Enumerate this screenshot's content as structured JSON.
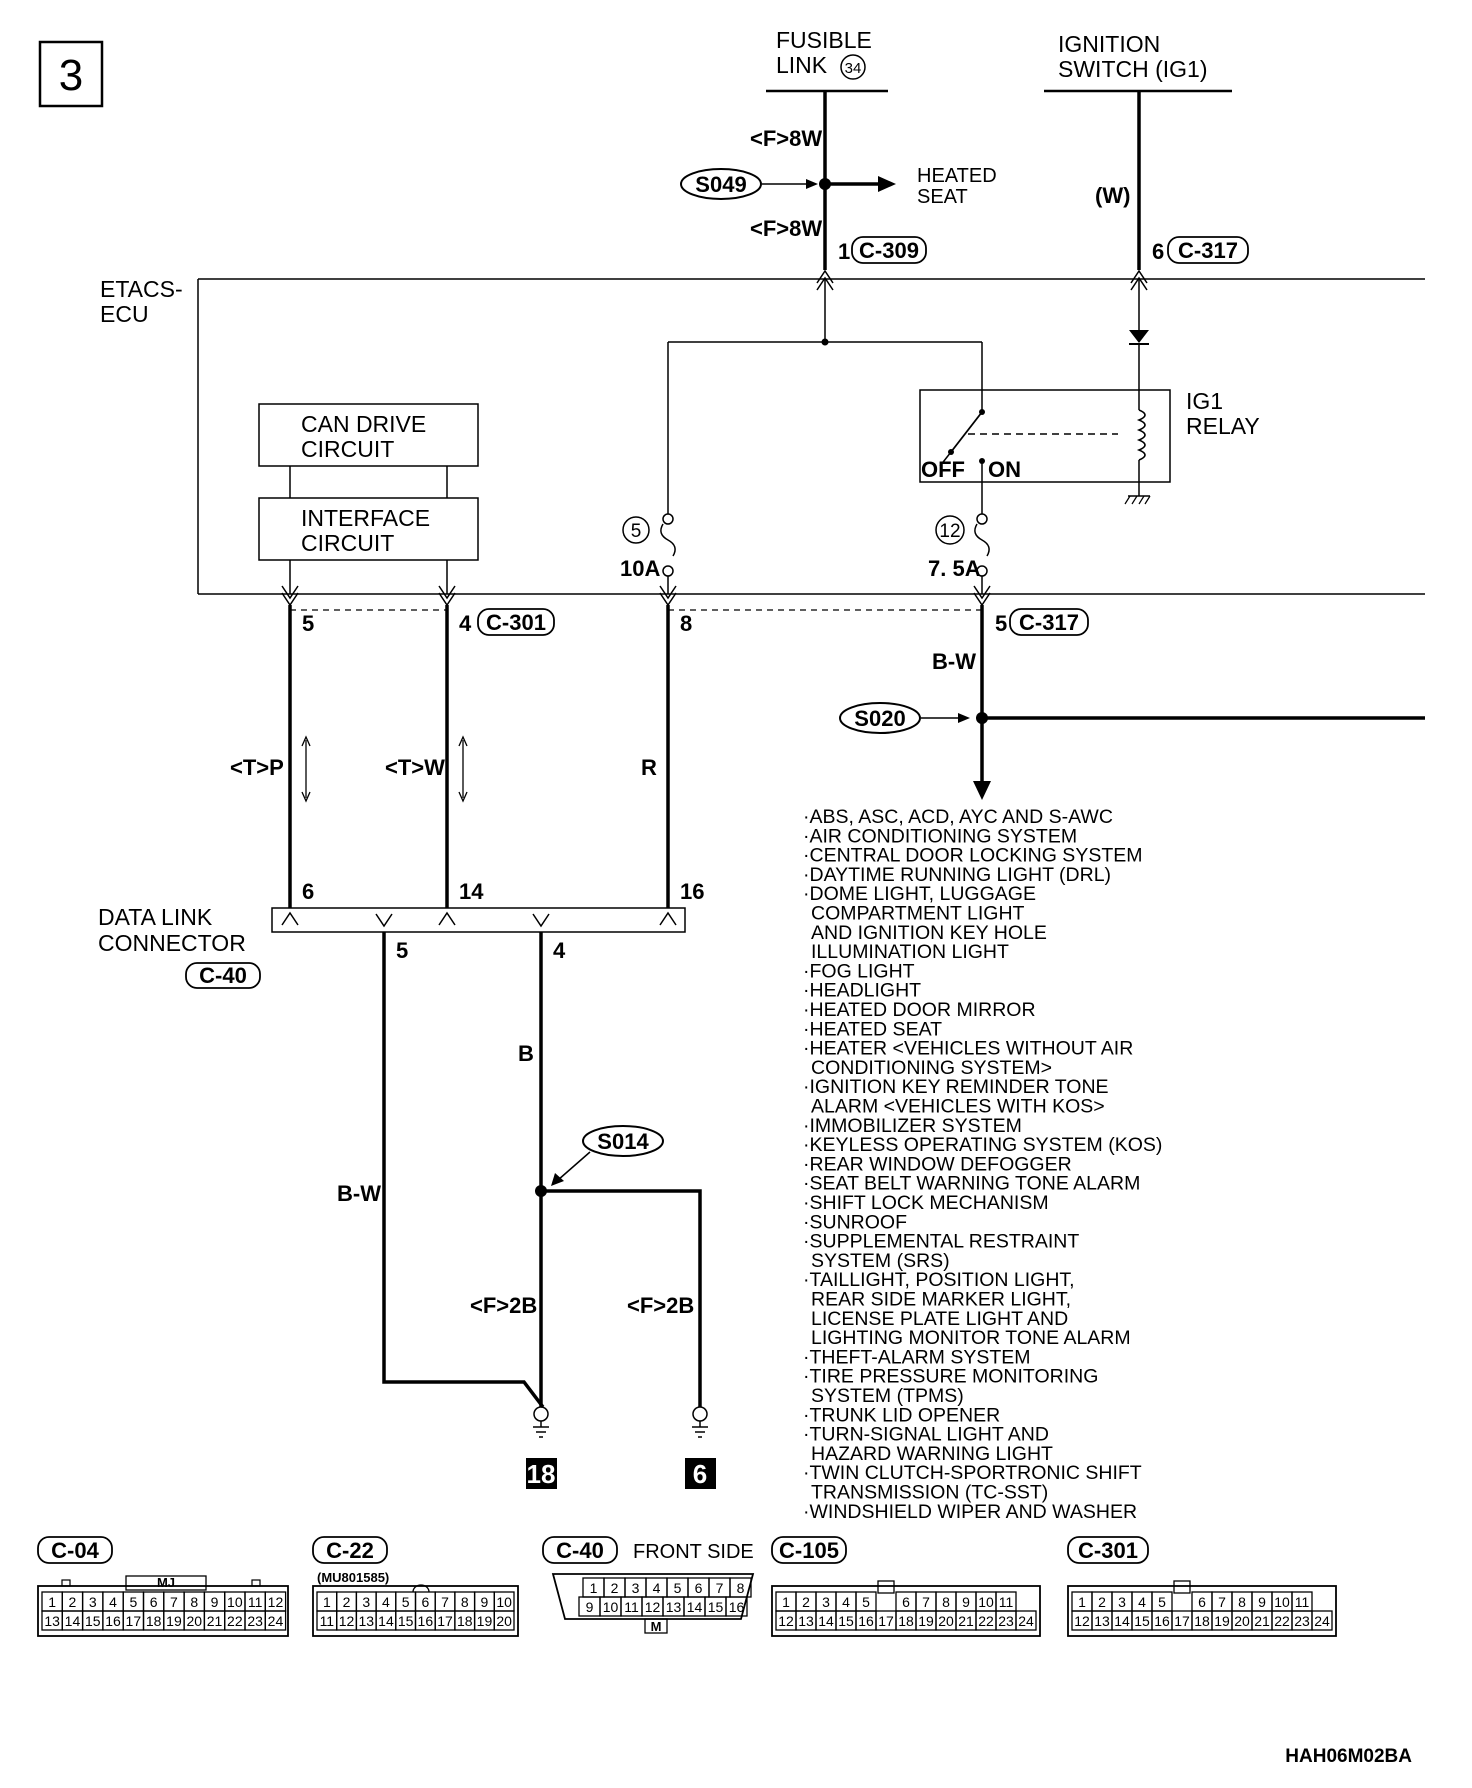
{
  "page_number": "3",
  "sources": {
    "fusible_link": [
      "FUSIBLE",
      "LINK"
    ],
    "fusible_link_number": "34",
    "ignition_switch": [
      "IGNITION",
      "SWITCH (IG1)"
    ]
  },
  "wires": {
    "f8w_top": "<F>8W",
    "f8w_bottom": "<F>8W",
    "w_ig": "(W)",
    "bw_relay": "B-W",
    "tp": "<T>P",
    "tw": "<T>W",
    "r": "R",
    "b": "B",
    "bw_ground": "B-W",
    "f2b_left": "<F>2B",
    "f2b_right": "<F>2B"
  },
  "splices": {
    "s049": "S049",
    "s020": "S020",
    "s014": "S014"
  },
  "heated_seat": [
    "HEATED",
    "SEAT"
  ],
  "ecu_label": [
    "ETACS-",
    "ECU"
  ],
  "blocks": {
    "can_drive": [
      "CAN DRIVE",
      "CIRCUIT"
    ],
    "interface": [
      "INTERFACE",
      "CIRCUIT"
    ]
  },
  "relay": {
    "label": [
      "IG1",
      "RELAY"
    ],
    "off": "OFF",
    "on": "ON"
  },
  "fuses": {
    "left_number": "5",
    "left_rating": "10A",
    "right_number": "12",
    "right_rating": "7. 5A"
  },
  "pins": {
    "c309_pin": "1",
    "c309": "C-309",
    "c317_top_pin": "6",
    "c317_top": "C-317",
    "ecu_p5": "5",
    "ecu_p4": "4",
    "c301": "C-301",
    "ecu_p8": "8",
    "ecu_p5b": "5",
    "c317_bottom": "C-317",
    "dlc_p6": "6",
    "dlc_p14": "14",
    "dlc_p16": "16",
    "dlc_p5": "5",
    "dlc_p4": "4"
  },
  "dlc": {
    "label": [
      "DATA LINK",
      "CONNECTOR"
    ],
    "connector": "C-40"
  },
  "grounds": {
    "left": "18",
    "right": "6"
  },
  "systems": [
    [
      "·ABS, ASC, ACD, AYC AND S-AWC"
    ],
    [
      "·AIR CONDITIONING SYSTEM"
    ],
    [
      "·CENTRAL DOOR LOCKING SYSTEM"
    ],
    [
      "·DAYTIME RUNNING LIGHT (DRL)"
    ],
    [
      "·DOME LIGHT, LUGGAGE",
      "COMPARTMENT LIGHT",
      "AND IGNITION KEY HOLE",
      "ILLUMINATION LIGHT"
    ],
    [
      "·FOG LIGHT"
    ],
    [
      "·HEADLIGHT"
    ],
    [
      "·HEATED DOOR MIRROR"
    ],
    [
      "·HEATED SEAT"
    ],
    [
      "·HEATER <VEHICLES WITHOUT AIR",
      "CONDITIONING SYSTEM>"
    ],
    [
      "·IGNITION KEY REMINDER TONE",
      "ALARM <VEHICLES WITH KOS>"
    ],
    [
      "·IMMOBILIZER SYSTEM"
    ],
    [
      "·KEYLESS OPERATING SYSTEM (KOS)"
    ],
    [
      "·REAR WINDOW DEFOGGER"
    ],
    [
      "·SEAT BELT WARNING TONE ALARM"
    ],
    [
      "·SHIFT LOCK MECHANISM"
    ],
    [
      "·SUNROOF"
    ],
    [
      "·SUPPLEMENTAL RESTRAINT",
      "SYSTEM (SRS)"
    ],
    [
      "·TAILLIGHT, POSITION LIGHT,",
      "REAR SIDE MARKER LIGHT,",
      "LICENSE PLATE LIGHT AND",
      "LIGHTING MONITOR TONE ALARM"
    ],
    [
      "·THEFT-ALARM SYSTEM"
    ],
    [
      "·TIRE PRESSURE MONITORING",
      "SYSTEM (TPMS)"
    ],
    [
      "·TRUNK LID OPENER"
    ],
    [
      "·TURN-SIGNAL LIGHT AND",
      "HAZARD WARNING LIGHT"
    ],
    [
      "·TWIN CLUTCH-SPORTRONIC SHIFT",
      "TRANSMISSION (TC-SST)"
    ],
    [
      "·WINDSHIELD WIPER AND WASHER"
    ]
  ],
  "connectors": [
    {
      "id": "C-04",
      "note": "MJ",
      "subtitle": "",
      "top": [
        "1",
        "2",
        "3",
        "4",
        "5",
        "6",
        "7",
        "8",
        "9",
        "10",
        "11",
        "12"
      ],
      "bottom": [
        "13",
        "14",
        "15",
        "16",
        "17",
        "18",
        "19",
        "20",
        "21",
        "22",
        "23",
        "24"
      ]
    },
    {
      "id": "C-22",
      "note": "",
      "subtitle": "(MU801585)",
      "top": [
        "1",
        "2",
        "3",
        "4",
        "5",
        "6",
        "7",
        "8",
        "9",
        "10"
      ],
      "bottom": [
        "11",
        "12",
        "13",
        "14",
        "15",
        "16",
        "17",
        "18",
        "19",
        "20"
      ]
    },
    {
      "id": "C-40",
      "note": "M",
      "subtitle": "FRONT SIDE",
      "top": [
        "1",
        "2",
        "3",
        "4",
        "5",
        "6",
        "7",
        "8"
      ],
      "bottom": [
        "9",
        "10",
        "11",
        "12",
        "13",
        "14",
        "15",
        "16"
      ]
    },
    {
      "id": "C-105",
      "note": "",
      "subtitle": "",
      "top": [
        "1",
        "2",
        "3",
        "4",
        "5",
        "",
        "6",
        "7",
        "8",
        "9",
        "10",
        "11"
      ],
      "bottom": [
        "12",
        "13",
        "14",
        "15",
        "16",
        "17",
        "18",
        "19",
        "20",
        "21",
        "22",
        "23",
        "24"
      ]
    },
    {
      "id": "C-301",
      "note": "",
      "subtitle": "",
      "top": [
        "1",
        "2",
        "3",
        "4",
        "5",
        "",
        "6",
        "7",
        "8",
        "9",
        "10",
        "11"
      ],
      "bottom": [
        "12",
        "13",
        "14",
        "15",
        "16",
        "17",
        "18",
        "19",
        "20",
        "21",
        "22",
        "23",
        "24"
      ]
    }
  ],
  "diagram_code": "HAH06M02BA"
}
